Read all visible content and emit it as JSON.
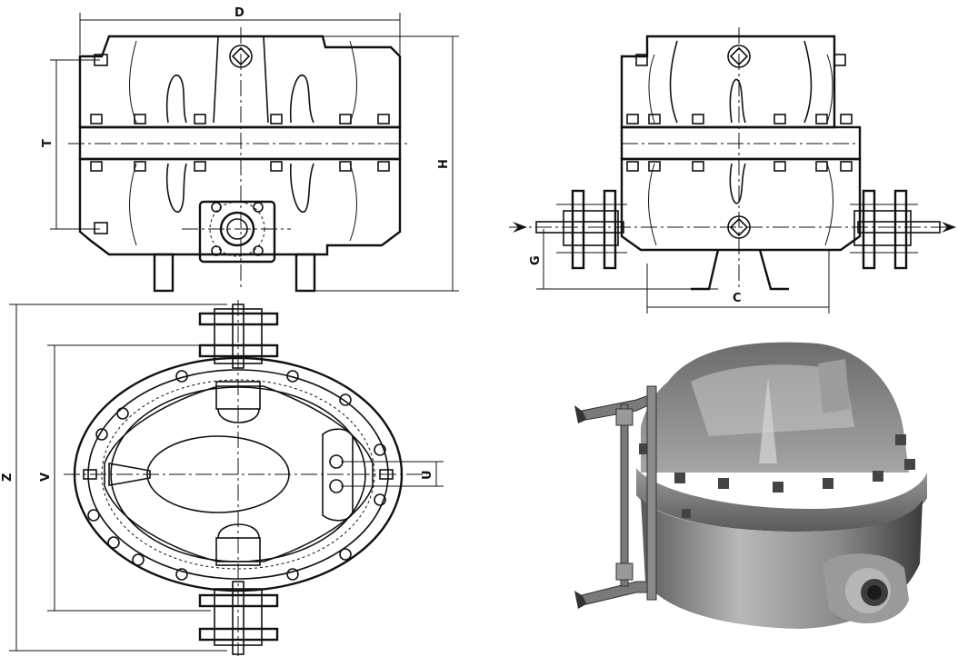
{
  "dimensions": {
    "d": "D",
    "t": "T",
    "h": "H",
    "g": "G",
    "c": "C",
    "z": "Z",
    "v": "V",
    "u": "U"
  },
  "colors": {
    "line": "#111111",
    "photo_body": "#8f8f8f",
    "photo_dark": "#3a3a3a",
    "photo_light": "#c9c9c9"
  },
  "icons": {
    "inlet_arrow": "arrow-right-icon",
    "outlet_arrow": "arrow-right-icon",
    "orientation_mark": "diamond-icon"
  }
}
